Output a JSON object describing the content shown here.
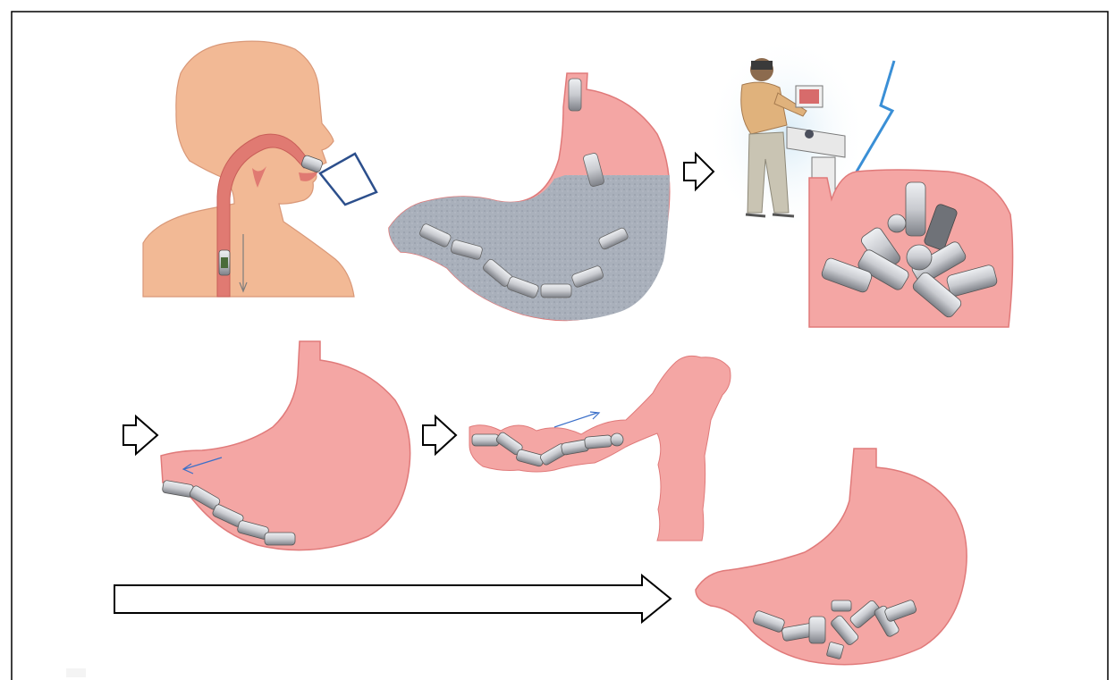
{
  "figure": {
    "panels": [
      {
        "id": "swallow",
        "description_icon": "person-swallowing-capsules"
      },
      {
        "id": "stomach-fill",
        "description_icon": "stomach-filled-with-liquid"
      },
      {
        "id": "remote-control",
        "description_icon": "surgeon-at-console"
      },
      {
        "id": "assembled-robot",
        "description_icon": "assembled-modular-robot"
      },
      {
        "id": "stomach-exit",
        "description_icon": "stomach-chain-exit"
      },
      {
        "id": "intestine-transit",
        "description_icon": "intestine-chain-transit"
      },
      {
        "id": "stomach-final",
        "description_icon": "stomach-modules-scattered"
      }
    ],
    "colors": {
      "skin": "#f2b995",
      "skin_outline": "#d99878",
      "organ": "#f4a6a4",
      "organ_outline": "#e07a7a",
      "esophagus": "#e07a72",
      "liquid": "#a9b0bb",
      "module": "#c9cbd0",
      "module_dark": "#6f7278",
      "arrow_outline": "#000000",
      "blue": "#3a6fc9",
      "cup": "#2c4f8c"
    }
  }
}
